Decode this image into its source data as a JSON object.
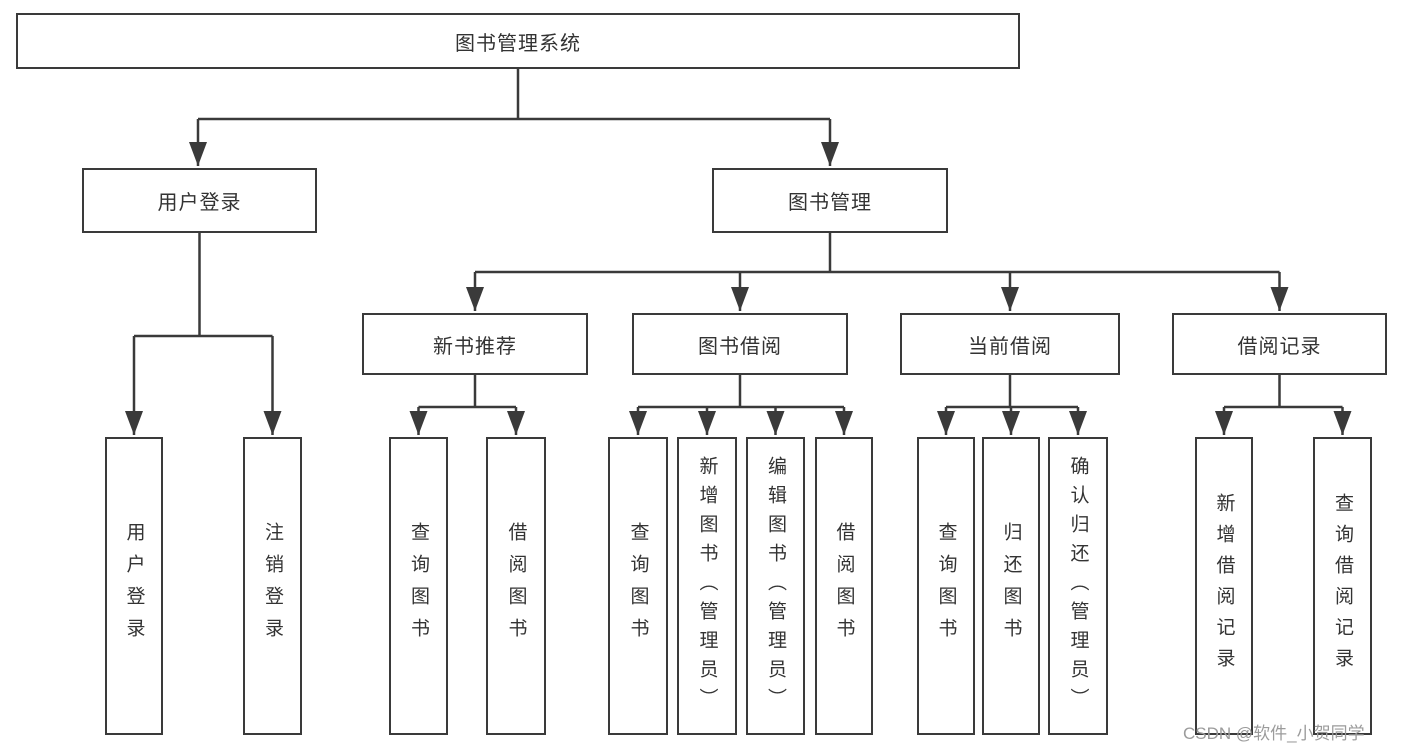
{
  "diagram_title": "图书管理系统",
  "watermark": {
    "text": "CSDN @软件_小贺同学"
  },
  "colors": {
    "line": "#3a3a3a",
    "text": "#333333",
    "watermark": "#9b9b9b",
    "background": "#ffffff"
  },
  "tree": {
    "label": "图书管理系统",
    "children": [
      {
        "label": "用户登录",
        "children": [
          {
            "label": "用户登录"
          },
          {
            "label": "注销登录"
          }
        ]
      },
      {
        "label": "图书管理",
        "children": [
          {
            "label": "新书推荐",
            "children": [
              {
                "label": "查询图书"
              },
              {
                "label": "借阅图书"
              }
            ]
          },
          {
            "label": "图书借阅",
            "children": [
              {
                "label": "查询图书"
              },
              {
                "label": "新增图书（管理员）"
              },
              {
                "label": "编辑图书（管理员）"
              },
              {
                "label": "借阅图书"
              }
            ]
          },
          {
            "label": "当前借阅",
            "children": [
              {
                "label": "查询图书"
              },
              {
                "label": "归还图书"
              },
              {
                "label": "确认归还（管理员）"
              }
            ]
          },
          {
            "label": "借阅记录",
            "children": [
              {
                "label": "新增借阅记录"
              },
              {
                "label": "查询借阅记录"
              }
            ]
          }
        ]
      }
    ]
  }
}
